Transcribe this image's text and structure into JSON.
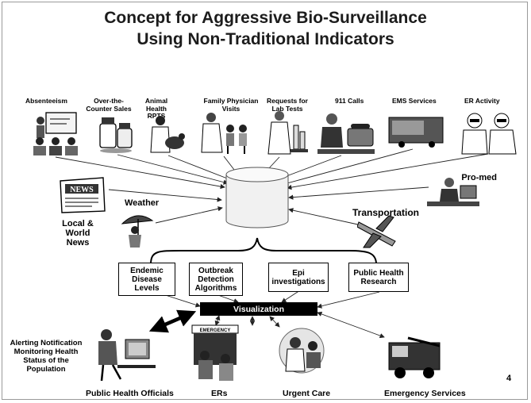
{
  "slide": {
    "title_line1": "Concept for Aggressive Bio-Surveillance",
    "title_line2": "Using Non-Traditional Indicators",
    "page_number": "4"
  },
  "sources": [
    {
      "label": "Absenteeism",
      "icon": "classroom-icon"
    },
    {
      "label": "Over-the-Counter Sales",
      "icon": "medicine-bottles-icon"
    },
    {
      "label": "Animal Health RPTS",
      "icon": "veterinarian-icon"
    },
    {
      "label": "Family Physician Visits",
      "icon": "physician-icon"
    },
    {
      "label": "Requests for Lab Tests",
      "icon": "lab-scientist-icon"
    },
    {
      "label": "911 Calls",
      "icon": "telephone-icon"
    },
    {
      "label": "EMS Services",
      "icon": "ambulance-icon"
    },
    {
      "label": "ER Activity",
      "icon": "surgeons-icon"
    }
  ],
  "side_sources": {
    "news": "Local & World News",
    "weather": "Weather",
    "transportation": "Transportation",
    "promed": "Pro-med"
  },
  "analysis_boxes": [
    "Endemic Disease Levels",
    "Outbreak Detection Algorithms",
    "Epi investigations",
    "Public Health Research"
  ],
  "visualization": "Visualization",
  "alerting": "Alerting Notification Monitoring Health Status of the Population",
  "outputs": [
    {
      "label": "Public Health Officials",
      "icon": "computer-user-icon"
    },
    {
      "label": "ERs",
      "icon": "emergency-room-icon"
    },
    {
      "label": "Urgent Care",
      "icon": "doctor-patient-icon"
    },
    {
      "label": "Emergency Services",
      "icon": "fire-truck-icon"
    }
  ]
}
